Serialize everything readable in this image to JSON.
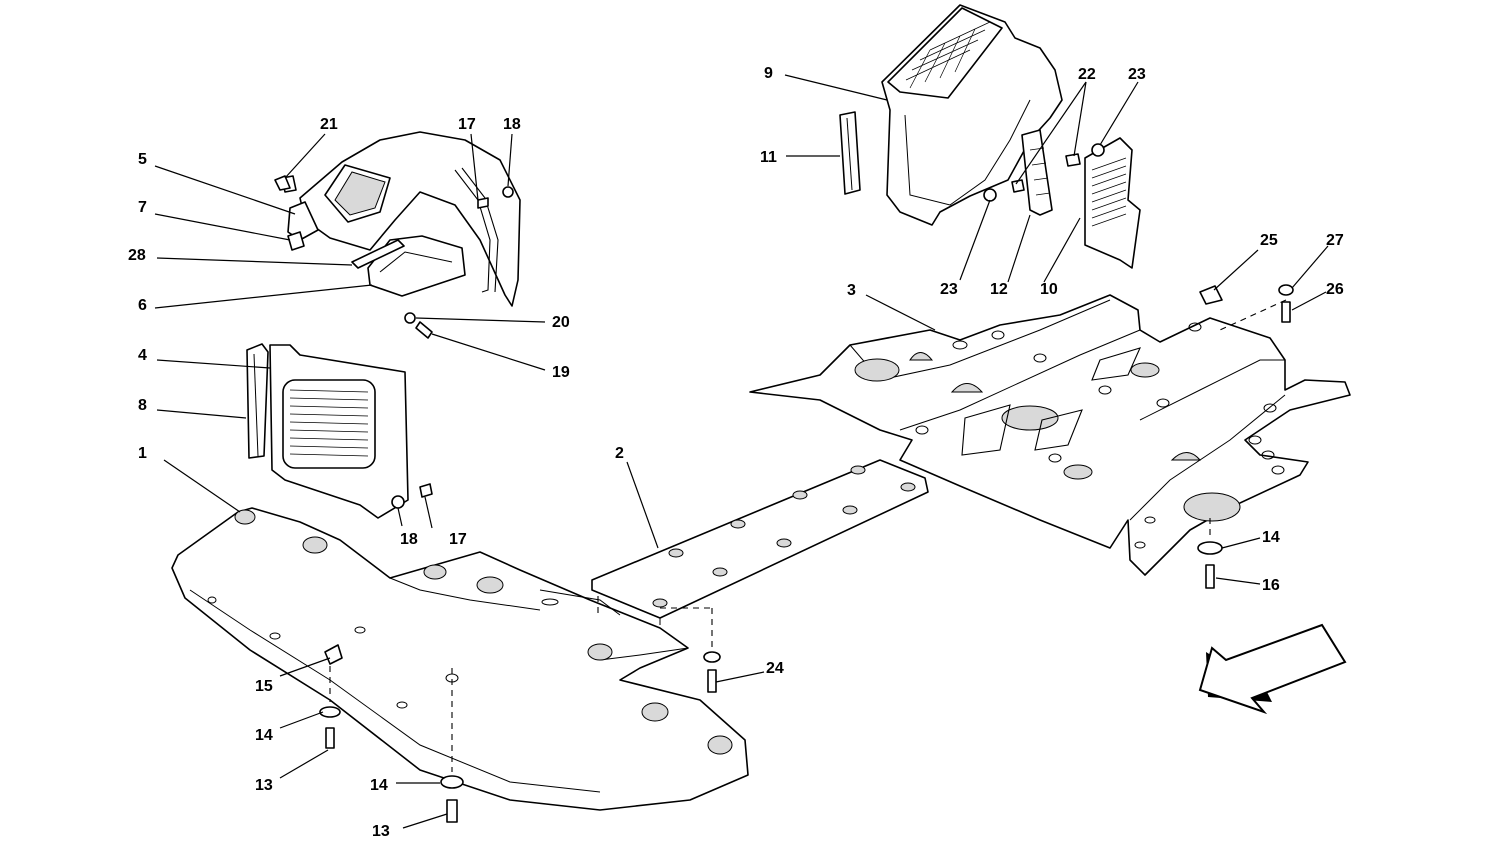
{
  "callouts": [
    {
      "id": "c1",
      "text": "1"
    },
    {
      "id": "c2",
      "text": "2"
    },
    {
      "id": "c3",
      "text": "3"
    },
    {
      "id": "c4",
      "text": "4"
    },
    {
      "id": "c5",
      "text": "5"
    },
    {
      "id": "c6",
      "text": "6"
    },
    {
      "id": "c7",
      "text": "7"
    },
    {
      "id": "c8",
      "text": "8"
    },
    {
      "id": "c9",
      "text": "9"
    },
    {
      "id": "c10",
      "text": "10"
    },
    {
      "id": "c11",
      "text": "11"
    },
    {
      "id": "c12",
      "text": "12"
    },
    {
      "id": "c13a",
      "text": "13"
    },
    {
      "id": "c13b",
      "text": "13"
    },
    {
      "id": "c14a",
      "text": "14"
    },
    {
      "id": "c14b",
      "text": "14"
    },
    {
      "id": "c14c",
      "text": "14"
    },
    {
      "id": "c15",
      "text": "15"
    },
    {
      "id": "c16",
      "text": "16"
    },
    {
      "id": "c17a",
      "text": "17"
    },
    {
      "id": "c17b",
      "text": "17"
    },
    {
      "id": "c18a",
      "text": "18"
    },
    {
      "id": "c18b",
      "text": "18"
    },
    {
      "id": "c19",
      "text": "19"
    },
    {
      "id": "c20",
      "text": "20"
    },
    {
      "id": "c21",
      "text": "21"
    },
    {
      "id": "c22",
      "text": "22"
    },
    {
      "id": "c23a",
      "text": "23"
    },
    {
      "id": "c23b",
      "text": "23"
    },
    {
      "id": "c24",
      "text": "24"
    },
    {
      "id": "c25",
      "text": "25"
    },
    {
      "id": "c26",
      "text": "26"
    },
    {
      "id": "c27",
      "text": "27"
    },
    {
      "id": "c28",
      "text": "28"
    }
  ],
  "orientation_icon": "direction-arrow-icon"
}
